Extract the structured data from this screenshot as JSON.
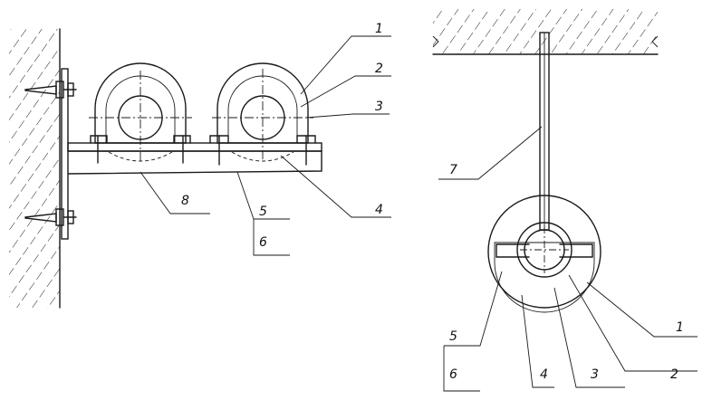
{
  "left_view": {
    "labels": {
      "l1": "1",
      "l2": "2",
      "l3": "3",
      "l4": "4",
      "l5": "5",
      "l6": "6",
      "l8": "8"
    }
  },
  "right_view": {
    "labels": {
      "l1": "1",
      "l2": "2",
      "l3": "3",
      "l4": "4",
      "l5": "5",
      "l6": "6",
      "l7": "7"
    }
  },
  "colors": {
    "ink": "#1a1a1a",
    "background": "#ffffff"
  }
}
